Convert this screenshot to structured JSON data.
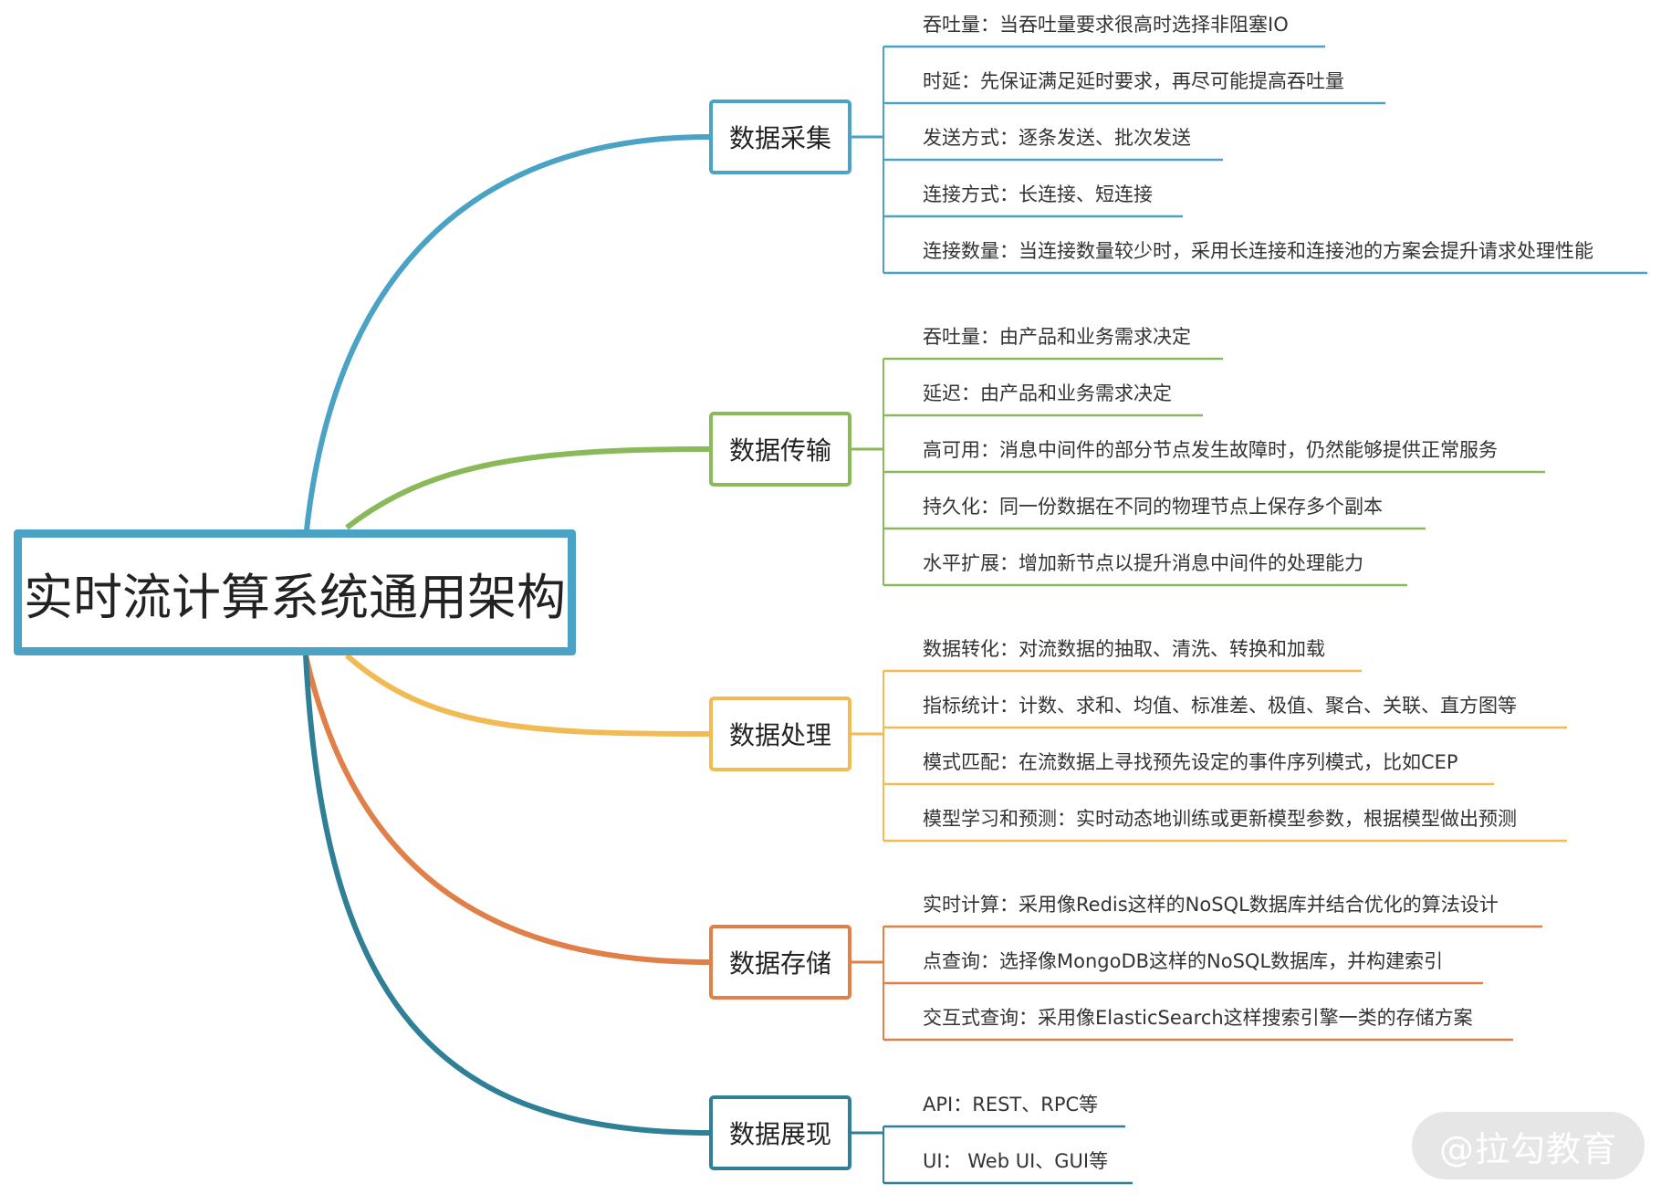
{
  "title": "实时流计算系统通用架构",
  "colors": {
    "root_border": "#4aa3c4",
    "collection": "#4aa3c4",
    "transmission": "#8ab95a",
    "processing": "#f2ba52",
    "storage": "#e07f47",
    "display": "#2f7f96"
  },
  "branches": [
    {
      "label": "数据采集",
      "color": "#4aa3c4",
      "leaves": [
        "吞吐量：当吞吐量要求很高时选择非阻塞IO",
        "时延：先保证满足延时要求，再尽可能提高吞吐量",
        "发送方式：逐条发送、批次发送",
        "连接方式：长连接、短连接",
        "连接数量：当连接数量较少时，采用长连接和连接池的方案会提升请求处理性能"
      ]
    },
    {
      "label": "数据传输",
      "color": "#8ab95a",
      "leaves": [
        "吞吐量：由产品和业务需求决定",
        "延迟：由产品和业务需求决定",
        "高可用：消息中间件的部分节点发生故障时，仍然能够提供正常服务",
        "持久化：同一份数据在不同的物理节点上保存多个副本",
        "水平扩展：增加新节点以提升消息中间件的处理能力"
      ]
    },
    {
      "label": "数据处理",
      "color": "#f2ba52",
      "leaves": [
        "数据转化：对流数据的抽取、清洗、转换和加载",
        "指标统计：计数、求和、均值、标准差、极值、聚合、关联、直方图等",
        "模式匹配：在流数据上寻找预先设定的事件序列模式，比如CEP",
        "模型学习和预测：实时动态地训练或更新模型参数，根据模型做出预测"
      ]
    },
    {
      "label": "数据存储",
      "color": "#e07f47",
      "leaves": [
        "实时计算：采用像Redis这样的NoSQL数据库并结合优化的算法设计",
        "点查询：选择像MongoDB这样的NoSQL数据库，并构建索引",
        "交互式查询：采用像ElasticSearch这样搜索引擎一类的存储方案"
      ]
    },
    {
      "label": "数据展现",
      "color": "#2f7f96",
      "leaves": [
        "API：REST、RPC等",
        "UI： Web UI、GUI等"
      ]
    }
  ],
  "watermark": "@拉勾教育"
}
